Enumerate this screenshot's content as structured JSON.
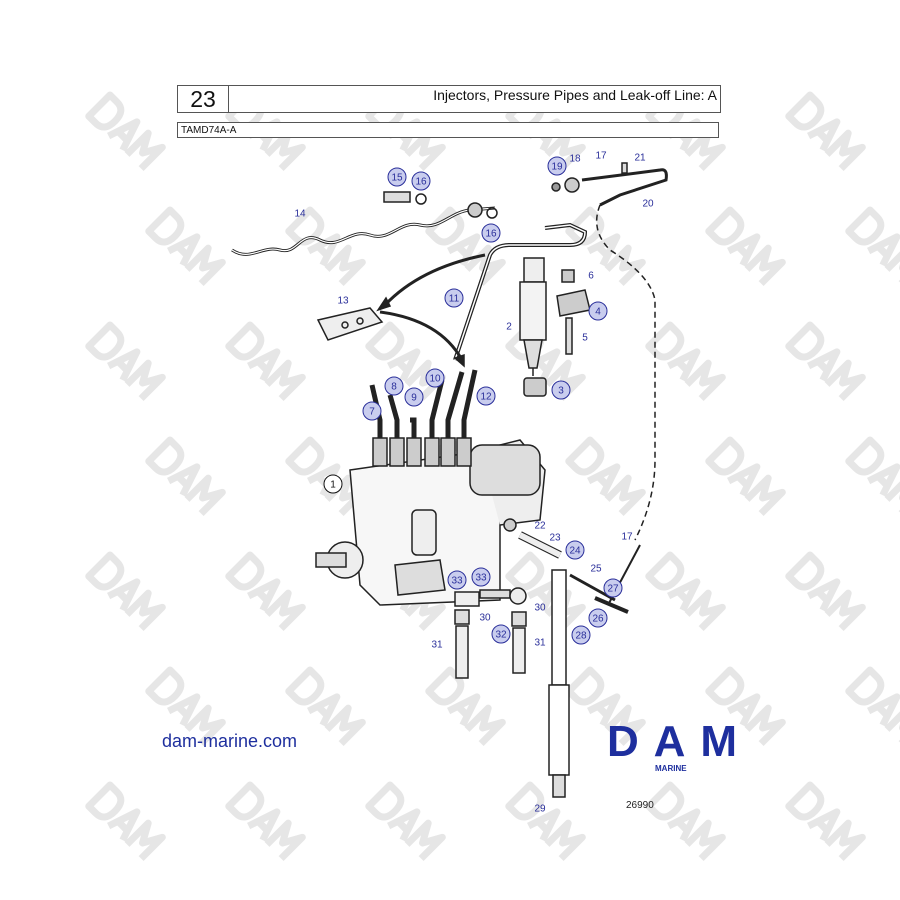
{
  "header": {
    "section_number": "23",
    "title": "Injectors, Pressure Pipes and Leak-off Line: A",
    "model": "TAMD74A-A"
  },
  "watermark": "DAM",
  "footer": {
    "website": "dam-marine.com",
    "logo_text": "DAM",
    "logo_subtext": "MARINE",
    "drawing_number": "26990"
  },
  "colors": {
    "label_blue": "#2a2f9a",
    "label_fill": "#c9cdee",
    "logo_blue": "#1e2f9e"
  },
  "callouts": [
    {
      "n": "15",
      "circled": true
    },
    {
      "n": "16",
      "circled": true
    },
    {
      "n": "14",
      "circled": false
    },
    {
      "n": "16",
      "circled": true
    },
    {
      "n": "19",
      "circled": true
    },
    {
      "n": "18",
      "circled": false
    },
    {
      "n": "17",
      "circled": false
    },
    {
      "n": "21",
      "circled": false
    },
    {
      "n": "20",
      "circled": false
    },
    {
      "n": "6",
      "circled": false
    },
    {
      "n": "4",
      "circled": true
    },
    {
      "n": "5",
      "circled": false
    },
    {
      "n": "2",
      "circled": false
    },
    {
      "n": "3",
      "circled": true
    },
    {
      "n": "11",
      "circled": true
    },
    {
      "n": "13",
      "circled": false
    },
    {
      "n": "10",
      "circled": true
    },
    {
      "n": "8",
      "circled": true
    },
    {
      "n": "9",
      "circled": true
    },
    {
      "n": "7",
      "circled": true
    },
    {
      "n": "12",
      "circled": true
    },
    {
      "n": "1",
      "circled": true
    },
    {
      "n": "22",
      "circled": false
    },
    {
      "n": "23",
      "circled": false
    },
    {
      "n": "24",
      "circled": true
    },
    {
      "n": "25",
      "circled": false
    },
    {
      "n": "17",
      "circled": false
    },
    {
      "n": "27",
      "circled": true
    },
    {
      "n": "26",
      "circled": true
    },
    {
      "n": "33",
      "circled": true
    },
    {
      "n": "33",
      "circled": true
    },
    {
      "n": "30",
      "circled": false
    },
    {
      "n": "30",
      "circled": false
    },
    {
      "n": "32",
      "circled": true
    },
    {
      "n": "31",
      "circled": false
    },
    {
      "n": "31",
      "circled": false
    },
    {
      "n": "28",
      "circled": true
    },
    {
      "n": "29",
      "circled": false
    }
  ]
}
